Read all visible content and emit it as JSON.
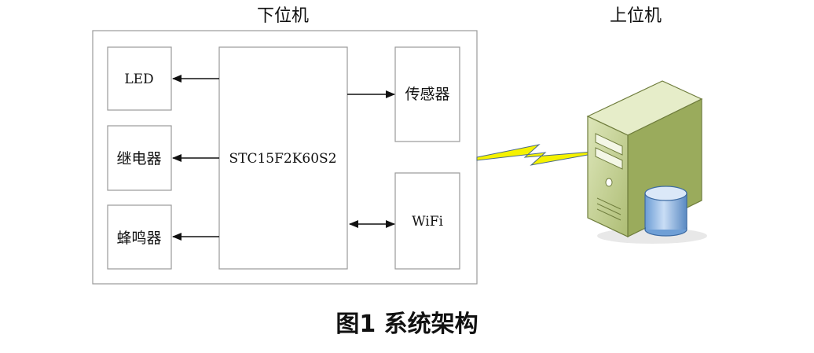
{
  "diagram": {
    "lower_label": "下位机",
    "upper_label": "上位机",
    "mcu_label": "STC15F2K60S2",
    "peripherals": {
      "led": "LED",
      "relay": "继电器",
      "buzzer": "蜂鸣器",
      "sensor": "传感器",
      "wifi": "WiFi"
    },
    "caption": "图1 系统架构"
  },
  "icons": {
    "server": "server-computer-icon",
    "database": "database-icon",
    "wireless": "lightning-bolt-icon"
  },
  "colors": {
    "box_border": "#9a9a9a",
    "server_green": "#c8d59a",
    "server_dark": "#7d8c4c",
    "database_blue": "#a9c9ee",
    "bolt_yellow": "#f2f000"
  }
}
